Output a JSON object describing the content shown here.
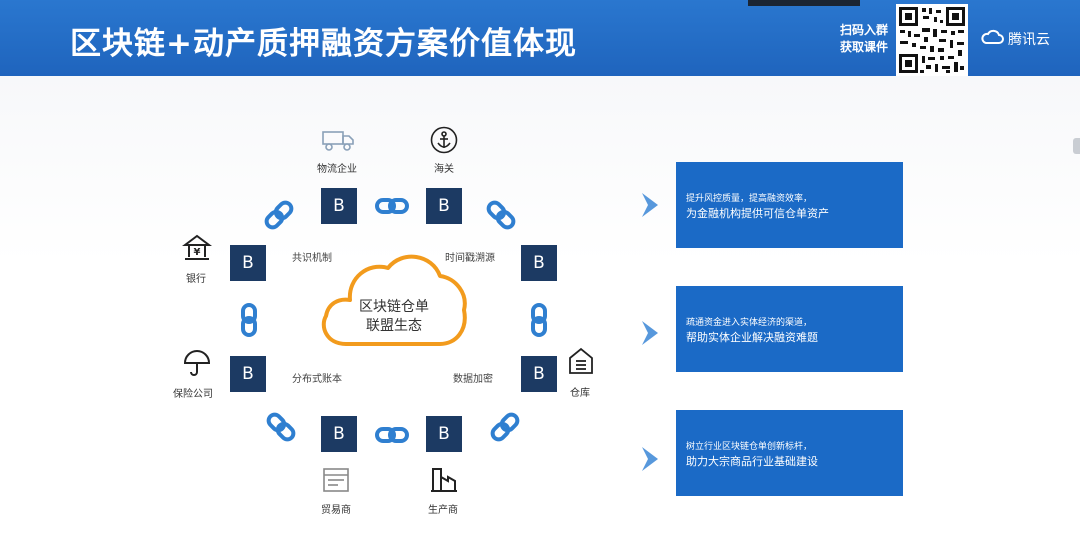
{
  "header": {
    "title": "区块链+动产质押融资方案价值体现",
    "scan_line1": "扫码入群",
    "scan_line2": "获取课件",
    "brand": "腾讯云"
  },
  "diagram": {
    "cloud_line1": "区块链仓单",
    "cloud_line2": "联盟生态",
    "node_letter": "B",
    "labels": {
      "logistics": "物流企业",
      "customs": "海关",
      "bank": "银行",
      "insurance": "保险公司",
      "warehouse": "仓库",
      "trader": "贸易商",
      "producer": "生产商"
    },
    "inner": {
      "consensus": "共识机制",
      "timestamp": "时间戳溯源",
      "ledger": "分布式账本",
      "encryption": "数据加密"
    }
  },
  "panels": [
    {
      "line1": "提升风控质量，提高融资效率，",
      "line2": "为金融机构提供可信仓单资产"
    },
    {
      "line1": "疏通资金进入实体经济的渠道，",
      "line2": "帮助实体企业解决融资难题"
    },
    {
      "line1": "树立行业区块链仓单创新标杆，",
      "line2": "助力大宗商品行业基础建设"
    }
  ],
  "colors": {
    "header_blue": "#2a77cf",
    "node_navy": "#1c3a63",
    "panel_blue": "#1b6ac6",
    "cloud_orange": "#f29b1d",
    "chain_blue": "#2f7fd0",
    "arrow_blue": "#3a86d6"
  },
  "icons": {
    "logistics": "truck-icon",
    "customs": "anchor-icon",
    "bank": "bank-icon",
    "insurance": "umbrella-icon",
    "warehouse": "warehouse-icon",
    "trader": "receipt-icon",
    "producer": "factory-icon",
    "link": "chain-link-icon",
    "arrow": "chevron-right-icon",
    "cloud": "cloud-icon"
  }
}
